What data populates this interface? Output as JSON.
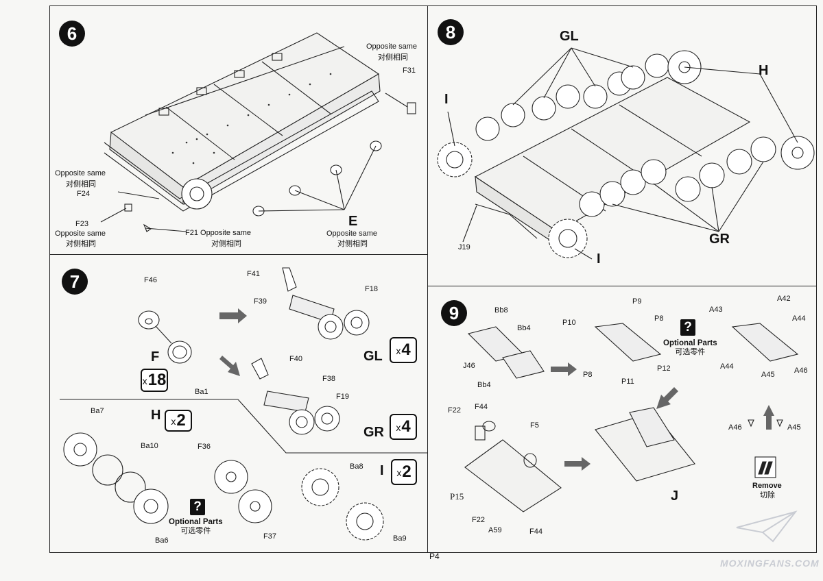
{
  "page_number": "P4",
  "watermark": "MOXINGFANS.COM",
  "steps": {
    "s6": {
      "number": "6",
      "labels": {
        "opp_f31_en": "Opposite same",
        "opp_f31_cn": "对侧相同",
        "f31": "F31",
        "opp_f24_en": "Opposite same",
        "opp_f24_cn": "对侧相同",
        "f24": "F24",
        "f23": "F23",
        "opp_f23_en": "Opposite same",
        "opp_f23_cn": "对侧相同",
        "f21": "F21 Opposite same",
        "opp_f21_cn": "对侧相同",
        "e": "E",
        "opp_e_en": "Opposite same",
        "opp_e_cn": "对侧相同"
      }
    },
    "s7": {
      "number": "7",
      "labels": {
        "f46": "F46",
        "f": "F",
        "ba1": "Ba1",
        "f41": "F41",
        "f39": "F39",
        "f18": "F18",
        "f40": "F40",
        "f38": "F38",
        "f19": "F19",
        "gl": "GL",
        "gr": "GR",
        "h": "H",
        "ba7": "Ba7",
        "ba10": "Ba10",
        "ba6": "Ba6",
        "f36": "F36",
        "f37": "F37",
        "i": "I",
        "ba8": "Ba8",
        "ba9": "Ba9"
      },
      "qty": {
        "f_x": "x",
        "f_n": "18",
        "gl_x": "x",
        "gl_n": "4",
        "gr_x": "x",
        "gr_n": "4",
        "h_x": "x",
        "h_n": "2",
        "i_x": "x",
        "i_n": "2"
      },
      "optional": {
        "icon": "?",
        "en": "Optional Parts",
        "cn": "可选零件"
      }
    },
    "s8": {
      "number": "8",
      "labels": {
        "gl": "GL",
        "h": "H",
        "i_top": "I",
        "i_bottom": "I",
        "gr": "GR",
        "j19": "J19"
      }
    },
    "s9": {
      "number": "9",
      "labels": {
        "bb8": "Bb8",
        "bb4_top": "Bb4",
        "j46": "J46",
        "bb4_bottom": "Bb4",
        "p10": "P10",
        "p9": "P9",
        "p8_right": "P8",
        "p8_left": "P8",
        "p11": "P11",
        "p12": "P12",
        "a43": "A43",
        "a42": "A42",
        "a44_right": "A44",
        "a44_left": "A44",
        "a45": "A45",
        "a46": "A46",
        "f22_top": "F22",
        "f44_top": "F44",
        "f5": "F5",
        "p15": "P15",
        "f22_bottom": "F22",
        "a59": "A59",
        "f44_bottom": "F44",
        "j": "J",
        "a46_b": "A46",
        "a45_b": "A45"
      },
      "optional": {
        "icon": "?",
        "en": "Optional Parts",
        "cn": "可选零件"
      },
      "remove": {
        "en": "Remove",
        "cn": "切除"
      }
    }
  }
}
